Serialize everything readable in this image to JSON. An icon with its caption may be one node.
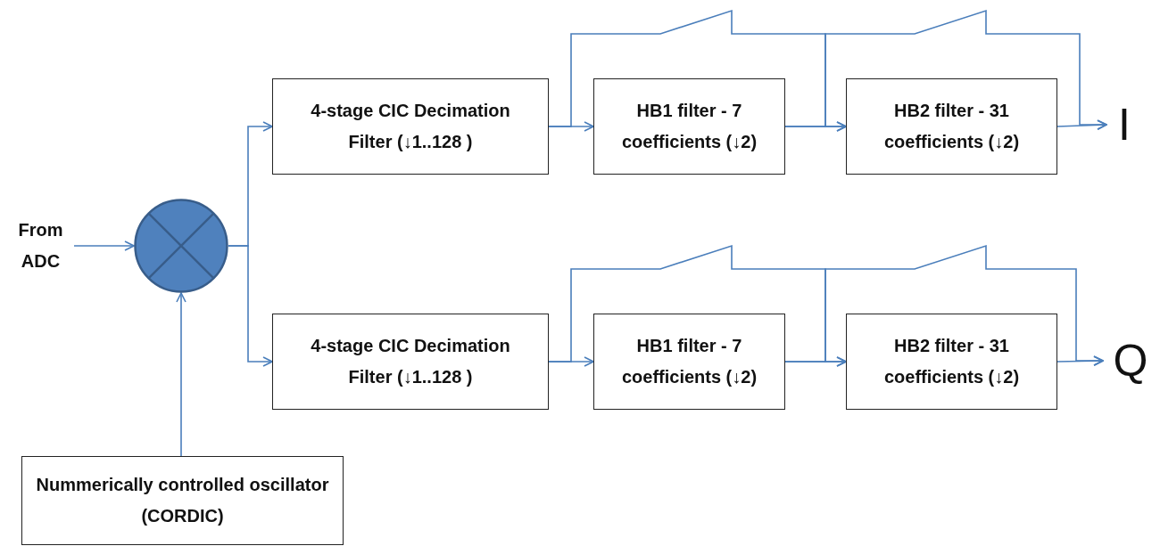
{
  "diagram": {
    "nodes": [
      {
        "text": [
          "From ADC"
        ]
      },
      {
        "text": [],
        "shape": "circle"
      },
      {
        "text": [
          "Nummerically controlled oscillator (CORDIC)"
        ]
      },
      {
        "text": [
          "4-stage CIC Decimation Filter (↓1..128 )"
        ]
      },
      {
        "text": [
          "HB1 filter - 7 coefficients (↓2)"
        ]
      },
      {
        "text": [
          "HB2 filter - 31 coefficients (↓2)"
        ]
      },
      {
        "text": [
          "I"
        ]
      },
      {
        "text": [
          "4-stage CIC Decimation Filter (↓1..128 )"
        ]
      },
      {
        "text": [
          "HB1 filter - 7 coefficients (↓2)"
        ]
      },
      {
        "text": [
          "HB2 filter - 31 coefficients (↓2)"
        ]
      },
      {
        "text": [
          "Q"
        ]
      }
    ],
    "edges": [
      {
        "from": 0,
        "to": 1,
        "arrow": "to"
      },
      {
        "from": 2,
        "to": 1,
        "arrow": "to"
      },
      {
        "from": 1,
        "to": 3,
        "arrow": "to"
      },
      {
        "from": 1,
        "to": 7,
        "arrow": "to"
      },
      {
        "from": 3,
        "to": 4,
        "arrow": "to"
      },
      {
        "from": 4,
        "to": 5,
        "arrow": "to"
      },
      {
        "from": 5,
        "to": 6,
        "arrow": "to"
      },
      {
        "from": 3,
        "to": 5,
        "arrow": "to"
      },
      {
        "from": 4,
        "to": 6,
        "arrow": "to"
      },
      {
        "from": 7,
        "to": 8,
        "arrow": "to"
      },
      {
        "from": 8,
        "to": 9,
        "arrow": "to"
      },
      {
        "from": 9,
        "to": 10,
        "arrow": "to"
      },
      {
        "from": 7,
        "to": 9,
        "arrow": "to"
      },
      {
        "from": 8,
        "to": 10,
        "arrow": "to"
      }
    ]
  }
}
